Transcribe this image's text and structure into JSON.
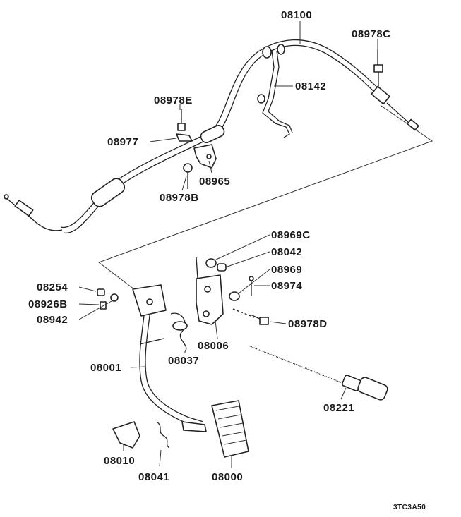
{
  "parts": [
    {
      "id": "p08100",
      "label": "08100"
    },
    {
      "id": "p08978C",
      "label": "08978C"
    },
    {
      "id": "p08142",
      "label": "08142"
    },
    {
      "id": "p08978E",
      "label": "08978E"
    },
    {
      "id": "p08977",
      "label": "08977"
    },
    {
      "id": "p08965",
      "label": "08965"
    },
    {
      "id": "p08978B",
      "label": "08978B"
    },
    {
      "id": "p08969C",
      "label": "08969C"
    },
    {
      "id": "p08042",
      "label": "08042"
    },
    {
      "id": "p08969",
      "label": "08969"
    },
    {
      "id": "p08974",
      "label": "08974"
    },
    {
      "id": "p08254",
      "label": "08254"
    },
    {
      "id": "p08926B",
      "label": "08926B"
    },
    {
      "id": "p08942",
      "label": "08942"
    },
    {
      "id": "p08978D",
      "label": "08978D"
    },
    {
      "id": "p08006",
      "label": "08006"
    },
    {
      "id": "p08001",
      "label": "08001"
    },
    {
      "id": "p08037",
      "label": "08037"
    },
    {
      "id": "p08221",
      "label": "08221"
    },
    {
      "id": "p08010",
      "label": "08010"
    },
    {
      "id": "p08041",
      "label": "08041"
    },
    {
      "id": "p08000",
      "label": "08000"
    }
  ],
  "diagram_code": "3TC3A50"
}
